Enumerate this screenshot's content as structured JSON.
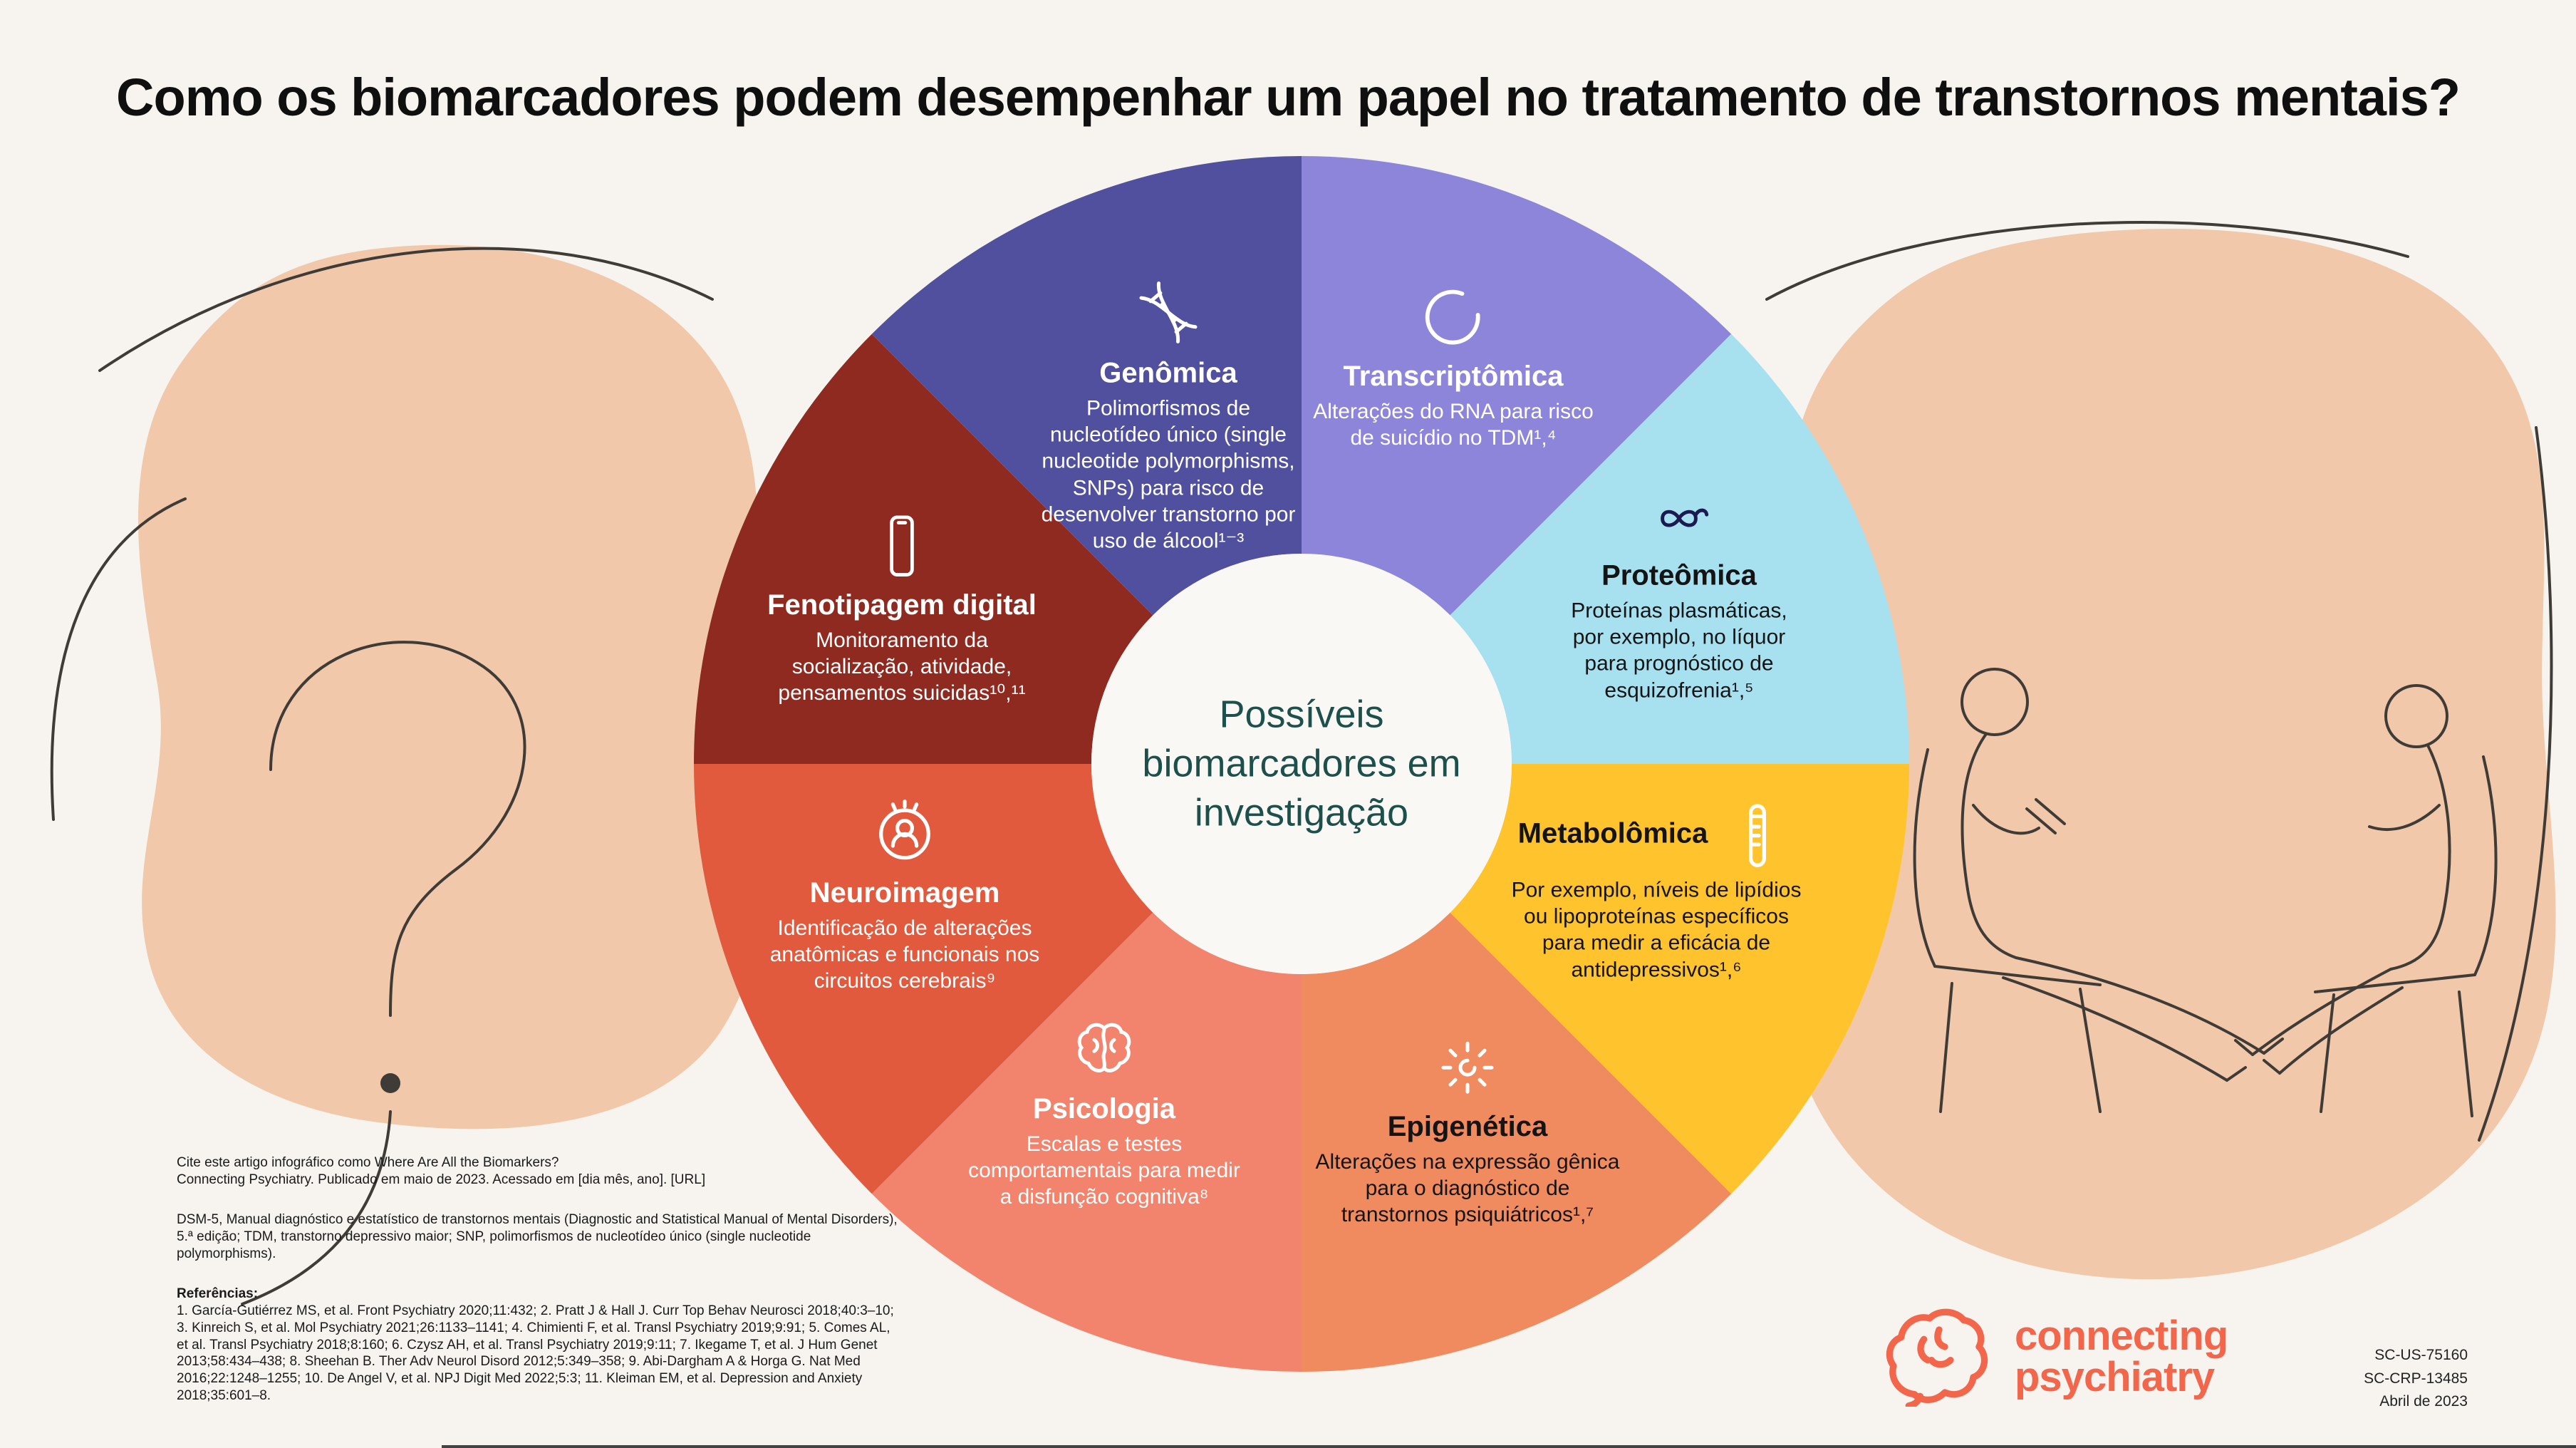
{
  "page": {
    "title": "Como os biomarcadores podem desempenhar um papel no tratamento de transtornos mentais?",
    "background_color": "#F7F4EF",
    "accent_peach": "#F2C8AA"
  },
  "wheel": {
    "center_label": "Possíveis biomarcadores em investigação",
    "center_text_color": "#1D4F4B",
    "segments": [
      {
        "id": "transcriptomica",
        "label": "Transcriptômica",
        "description": "Alterações do RNA para risco de suicídio no TDM¹,⁴",
        "color": "#8D85D9",
        "text_color": "#FFFFFF",
        "icon": "rna-strand-icon",
        "icon_color": "#FFFFFF"
      },
      {
        "id": "proteomica",
        "label": "Proteômica",
        "description": "Proteínas plasmáticas, por exemplo, no líquor para prognóstico de esquizofrenia¹,⁵",
        "color": "#A7E1F0",
        "text_color": "#141414",
        "icon": "protein-icon",
        "icon_color": "#1B1B4F"
      },
      {
        "id": "metabolomica",
        "label": "Metabolômica",
        "description": "Por exemplo, níveis de lipídios ou lipoproteínas específicos para medir a eficácia de antidepressivos¹,⁶",
        "color": "#FFC42D",
        "text_color": "#141414",
        "icon": "test-tube-icon",
        "icon_color": "#FFFFFF"
      },
      {
        "id": "epigenetica",
        "label": "Epigenética",
        "description": "Alterações na expressão gênica para o diagnóstico de transtornos psiquiátricos¹,⁷",
        "color": "#F08B60",
        "text_color": "#141414",
        "icon": "epigenetics-sun-icon",
        "icon_color": "#FFFFFF"
      },
      {
        "id": "psicologia",
        "label": "Psicologia",
        "description": "Escalas e testes comportamentais para medir a disfunção cognitiva⁸",
        "color": "#F2846E",
        "text_color": "#FFFFFF",
        "icon": "brain-icon",
        "icon_color": "#FFFFFF"
      },
      {
        "id": "neuroimagem",
        "label": "Neuroimagem",
        "description": "Identificação de alterações anatômicas e funcionais nos circuitos cerebrais⁹",
        "color": "#E15A3D",
        "text_color": "#FFFFFF",
        "icon": "head-scan-icon",
        "icon_color": "#FFFFFF"
      },
      {
        "id": "fenotipagem",
        "label": "Fenotipagem digital",
        "description": "Monitoramento da socialização, atividade, pensamentos suicidas¹⁰,¹¹",
        "color": "#8E2A1F",
        "text_color": "#FFFFFF",
        "icon": "smartphone-icon",
        "icon_color": "#FFFFFF"
      },
      {
        "id": "genomica",
        "label": "Genômica",
        "description": "Polimorfismos de nucleotídeo único (single nucleotide polymorphisms, SNPs) para risco de desenvolver transtorno por uso de álcool¹⁻³",
        "color": "#50509E",
        "text_color": "#FFFFFF",
        "icon": "dna-icon",
        "icon_color": "#FFFFFF"
      }
    ]
  },
  "footer": {
    "citation_line1": "Cite este artigo infográfico como Where Are All the Biomarkers?",
    "citation_line2": "Connecting Psychiatry. Publicado em maio de 2023. Acessado em [dia mês, ano]. [URL]",
    "abbreviations": "DSM-5, Manual diagnóstico e estatístico de transtornos mentais (Diagnostic and Statistical Manual of Mental Disorders), 5.ª edição; TDM, transtorno depressivo maior; SNP, polimorfismos de nucleotídeo único (single nucleotide polymorphisms).",
    "references_heading": "Referências:",
    "references": "1. García-Gutiérrez MS, et al. Front Psychiatry 2020;11:432; 2. Pratt J & Hall J. Curr Top Behav Neurosci 2018;40:3–10; 3. Kinreich S, et al. Mol Psychiatry 2021;26:1133–1141; 4. Chimienti F, et al. Transl Psychiatry 2019;9:91; 5. Comes AL, et al. Transl Psychiatry 2018;8:160; 6. Czysz AH, et al. Transl Psychiatry 2019;9:11; 7. Ikegame T, et al. J Hum Genet 2013;58:434–438; 8. Sheehan B. Ther Adv Neurol Disord 2012;5:349–358; 9. Abi-Dargham A & Horga G. Nat Med 2016;22:1248–1255; 10. De Angel V, et al. NPJ Digit Med 2022;5:3; 11. Kleiman EM, et al. Depression and Anxiety 2018;35:601–8."
  },
  "brand": {
    "logo_line1": "connecting",
    "logo_line2": "psychiatry",
    "logo_color": "#F2674B",
    "codes": [
      "SC-US-75160",
      "SC-CRP-13485",
      "Abril de 2023"
    ]
  }
}
